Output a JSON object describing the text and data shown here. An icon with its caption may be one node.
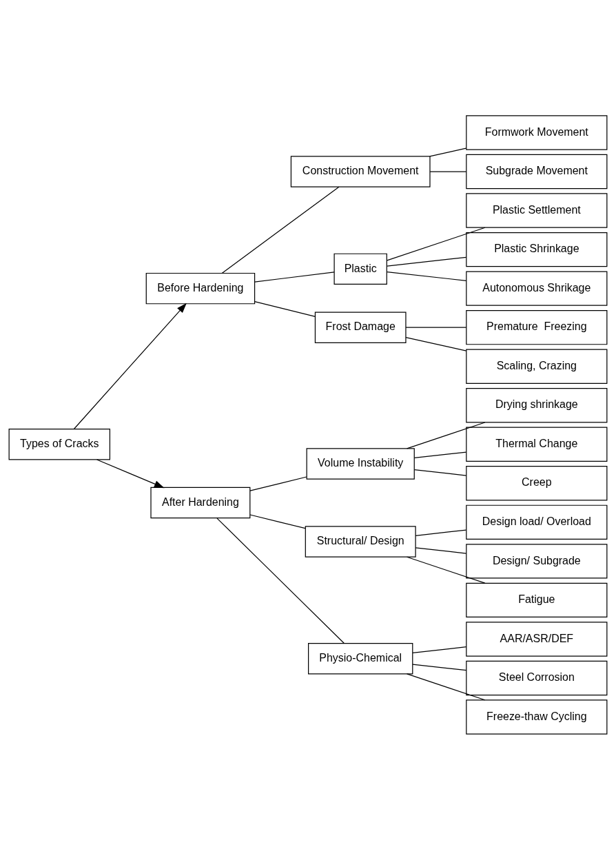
{
  "diagram": {
    "nodes": [
      {
        "text": [
          "Types of Cracks"
        ]
      },
      {
        "text": [
          "Before Hardening"
        ]
      },
      {
        "text": [
          "After Hardening"
        ]
      },
      {
        "text": [
          "Construction Movement"
        ]
      },
      {
        "text": [
          "Plastic"
        ]
      },
      {
        "text": [
          "Frost Damage"
        ]
      },
      {
        "text": [
          "Volume Instability"
        ]
      },
      {
        "text": [
          "Structural/ Design"
        ]
      },
      {
        "text": [
          "Physio-Chemical"
        ]
      },
      {
        "text": [
          "Formwork Movement"
        ]
      },
      {
        "text": [
          "Subgrade Movement"
        ]
      },
      {
        "text": [
          "Plastic Settlement"
        ]
      },
      {
        "text": [
          "Plastic Shrinkage"
        ]
      },
      {
        "text": [
          "Autonomous Shrikage"
        ]
      },
      {
        "text": [
          "Premature  Freezing"
        ]
      },
      {
        "text": [
          "Scaling, Crazing"
        ]
      },
      {
        "text": [
          "Drying shrinkage"
        ]
      },
      {
        "text": [
          "Thermal Change"
        ]
      },
      {
        "text": [
          "Creep"
        ]
      },
      {
        "text": [
          "Design load/ Overload"
        ]
      },
      {
        "text": [
          "Design/ Subgrade"
        ]
      },
      {
        "text": [
          "Fatigue"
        ]
      },
      {
        "text": [
          "AAR/ASR/DEF"
        ]
      },
      {
        "text": [
          "Steel Corrosion"
        ]
      },
      {
        "text": [
          "Freeze-thaw Cycling"
        ]
      }
    ],
    "edges": [
      {
        "from": 0,
        "to": 1,
        "arrow": "to"
      },
      {
        "from": 0,
        "to": 2,
        "arrow": "to"
      },
      {
        "from": 1,
        "to": 3,
        "arrow": "none"
      },
      {
        "from": 1,
        "to": 4,
        "arrow": "none"
      },
      {
        "from": 1,
        "to": 5,
        "arrow": "none"
      },
      {
        "from": 2,
        "to": 6,
        "arrow": "none"
      },
      {
        "from": 2,
        "to": 7,
        "arrow": "none"
      },
      {
        "from": 2,
        "to": 8,
        "arrow": "none"
      },
      {
        "from": 3,
        "to": 9,
        "arrow": "none"
      },
      {
        "from": 3,
        "to": 10,
        "arrow": "none"
      },
      {
        "from": 4,
        "to": 11,
        "arrow": "none"
      },
      {
        "from": 4,
        "to": 12,
        "arrow": "none"
      },
      {
        "from": 4,
        "to": 13,
        "arrow": "none"
      },
      {
        "from": 5,
        "to": 14,
        "arrow": "none"
      },
      {
        "from": 5,
        "to": 15,
        "arrow": "none"
      },
      {
        "from": 6,
        "to": 16,
        "arrow": "none"
      },
      {
        "from": 6,
        "to": 17,
        "arrow": "none"
      },
      {
        "from": 6,
        "to": 18,
        "arrow": "none"
      },
      {
        "from": 7,
        "to": 19,
        "arrow": "none"
      },
      {
        "from": 7,
        "to": 20,
        "arrow": "none"
      },
      {
        "from": 7,
        "to": 21,
        "arrow": "none"
      },
      {
        "from": 8,
        "to": 22,
        "arrow": "none"
      },
      {
        "from": 8,
        "to": 23,
        "arrow": "none"
      },
      {
        "from": 8,
        "to": 24,
        "arrow": "none"
      }
    ]
  }
}
